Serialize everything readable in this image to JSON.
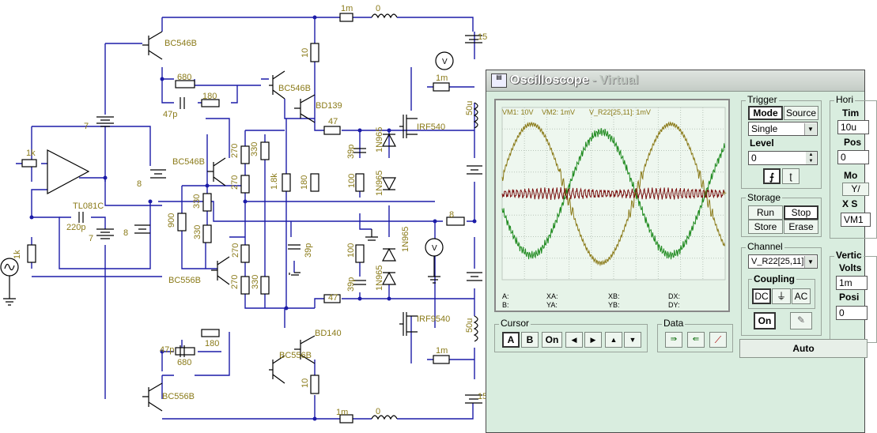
{
  "schematic": {
    "labels": {
      "q_top_left": "BC546B",
      "q_mid_top": "BC546B",
      "q_bias_top": "BC546B",
      "q_driver_top": "BD139",
      "q_bias_bot": "BC556B",
      "q_mid_bot": "BC556B",
      "q_bot_left": "BC556B",
      "q_driver_bot": "BD140",
      "mos_top": "IRF540",
      "mos_bot": "IRF9540",
      "opamp": "TL081C",
      "r_in": "1k",
      "src_val": "1k",
      "c_220p": "220p",
      "r_680_top": "680",
      "r_180_top": "180",
      "c_47p_top": "47p",
      "r_680_bot": "680",
      "r_180_bot": "180",
      "c_47p_bot": "47p",
      "r_10_top": "10",
      "r_10_bot": "10",
      "r_1m_top": "1m",
      "r_1m_bot": "1m",
      "l_0_top": "0",
      "l_0_bot": "0",
      "r_1m_out_top": "1m",
      "r_1m_out_bot": "1m",
      "r_47_top": "47",
      "r_47_bot": "47",
      "c_39p_a": "39p",
      "c_39p_b": "39p",
      "c_39p_c": "39p",
      "r_100_a": "100",
      "r_100_b": "100",
      "d_a": "1N965",
      "d_b": "1N965",
      "d_c": "1N965",
      "d_d": "1N965",
      "r_270_a": "270",
      "r_270_b": "270",
      "r_270_c": "270",
      "r_270_d": "270",
      "r_330_a": "330",
      "r_330_b": "330",
      "r_330_c": "330",
      "r_330_d": "330",
      "r_900": "900",
      "r_1_8k": "1.8k",
      "r_180_mid": "180",
      "num_7_a": "7",
      "num_7_b": "7",
      "num_8_a": "8",
      "num_8_b": "8",
      "num_8_out": "8",
      "l_50u_top": "50u",
      "l_50u_bot": "50u",
      "bat_15_top": "15",
      "bat_15_bot": "15"
    }
  },
  "oscilloscope": {
    "title": "Oscilloscope",
    "title_dash": "-",
    "title_suffix": "Virtual",
    "title_icon": "scope-icon",
    "screen": {
      "vm_labels": [
        "VM1: 10V",
        "VM2: 1mV",
        "V_R22[25,11]: 1mV"
      ],
      "cursor_readout": {
        "a": "A:",
        "b": "B:",
        "xa": "XA:",
        "ya": "YA:",
        "xb": "XB:",
        "yb": "YB:",
        "dx": "DX:",
        "dy": "DY:"
      },
      "trace_colors": {
        "vm1": "#8a7a18",
        "vm2": "#1e8a1e",
        "vr22": "#7a1010"
      }
    },
    "trigger": {
      "title": "Trigger",
      "mode_label": "Mode",
      "source_label": "Source",
      "mode_value": "Single",
      "level_label": "Level",
      "level_value": "0",
      "rise_icon": "rising-edge-icon",
      "fall_icon": "falling-edge-icon"
    },
    "horizontal": {
      "title": "Hori",
      "time_label": "Tim",
      "time_value": "10u",
      "pos_label": "Pos",
      "pos_value": "0",
      "mode_label": "Mo",
      "mode_value": "Y/",
      "xs_label": "X S",
      "xs_value": "VM1"
    },
    "storage": {
      "title": "Storage",
      "run": "Run",
      "stop": "Stop",
      "store": "Store",
      "erase": "Erase"
    },
    "channel": {
      "title": "Channel",
      "value": "V_R22[25,11]",
      "coupling_label": "Coupling",
      "dc": "DC",
      "ground_icon": "ground-icon",
      "ac": "AC",
      "on": "On",
      "pen_icon": "pen-icon"
    },
    "vertical": {
      "title": "Vertic",
      "volts_label": "Volts",
      "volts_value": "1m",
      "pos_label": "Posi",
      "pos_value": "0"
    },
    "cursor": {
      "title": "Cursor",
      "a": "A",
      "b": "B",
      "on": "On"
    },
    "data": {
      "title": "Data"
    },
    "auto": "Auto"
  }
}
